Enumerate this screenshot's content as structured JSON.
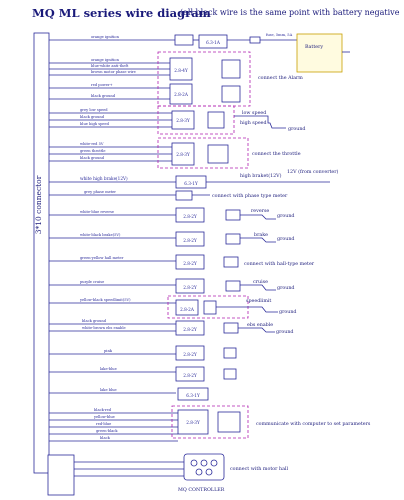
{
  "title": "MQ ML series wire diagram",
  "subtitle": "(all black wire is the same point with  battery negative",
  "main_connector": "3*10   connector",
  "battery": {
    "label": "Battery",
    "fuse_top": "fuse, 5mm,  5A"
  },
  "wires": [
    {
      "label": "orange  ignition"
    },
    {
      "label": "orange  ignition"
    },
    {
      "label": "blue-white  anti-theft"
    },
    {
      "label": "brown  motor phase wire"
    },
    {
      "label": "red  power+"
    },
    {
      "label": "black  ground"
    },
    {
      "label": "grey  low speed"
    },
    {
      "label": "black  ground"
    },
    {
      "label": "blue  high speed"
    },
    {
      "label": "white-red 5V"
    },
    {
      "label": "green  throttle"
    },
    {
      "label": "black  ground"
    },
    {
      "label": "white   high brake(12V)"
    },
    {
      "label": "grey   phase meter"
    },
    {
      "label": "white-blue   reverse"
    },
    {
      "label": "white-black   brake(5V)"
    },
    {
      "label": "green-yellow   hall meter"
    },
    {
      "label": "purple   cruise"
    },
    {
      "label": "yellow-black   speedlimit(5V)"
    },
    {
      "label": "black  ground"
    },
    {
      "label": "white-brown   ebs enable"
    },
    {
      "label": "pink"
    },
    {
      "label": "lake-blue"
    },
    {
      "label": "lake blue"
    }
  ],
  "comm_wires": [
    "black-red",
    "yellow-blue",
    "red-blue",
    "green-black",
    "black"
  ],
  "connectors": {
    "fuse_main": "6.3-1A",
    "c1": "2.8-4Y",
    "c2": "2.8-2A",
    "c3": "2.8-3Y",
    "c4": "2.8-3Y",
    "c5": "6.3-1Y",
    "c6": "2.8-2Y",
    "c7": "2.8-2Y",
    "c8": "2.8-2Y",
    "c9": "2.8-2Y",
    "c10": "2.8-2A",
    "c11": "2.8-2Y",
    "c12": "2.8-2Y",
    "c13": "2.8-2Y",
    "c14": "6.3-1Y",
    "c15": "2.8-3Y"
  },
  "right_labels": {
    "alarm": "connect the Alarm",
    "low_speed": "low speed",
    "high_speed": "high speed",
    "ground1": "ground",
    "throttle": "connect the throttle",
    "high_brake": "high braket(12V)",
    "converter": "12V (from converter)",
    "phase_meter": "connect with phase type meter",
    "reverse": "reverse",
    "ground_rev": "ground",
    "brake": "brake",
    "ground_brake": "ground",
    "hall_meter": "connect with hall-type meter",
    "cruise": "cruise",
    "ground_cruise": "ground",
    "speedlimit": "speedlimit",
    "ground_speed": "ground",
    "ebs": "ebs enable",
    "ground_ebs": "ground",
    "comm": "communicate with computer to set parameters",
    "motor_hall": "connect with motor  hall",
    "controller": "MQ CONTROLLER"
  },
  "colors": {
    "wire": "#2a2a9a",
    "dash": "#b020b0",
    "accent": "#1a1a7a",
    "battery_border": "#c8a000"
  }
}
